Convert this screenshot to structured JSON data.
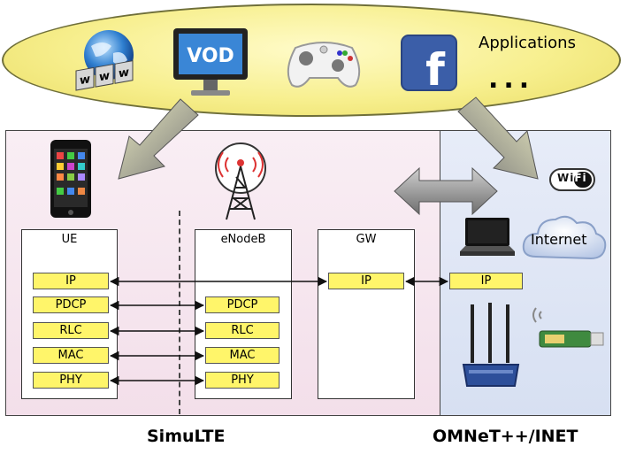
{
  "applications": {
    "label": "Applications",
    "ellipsis": "...",
    "www_icon_text": "www",
    "vod_icon_text": "VOD",
    "facebook_icon_text": "f"
  },
  "simulte": {
    "caption": "SimuLTE",
    "ue": {
      "title": "UE",
      "layers": [
        "IP",
        "PDCP",
        "RLC",
        "MAC",
        "PHY"
      ]
    },
    "enodeb": {
      "title": "eNodeB",
      "layers": [
        "PDCP",
        "RLC",
        "MAC",
        "PHY"
      ]
    },
    "gw": {
      "title": "GW",
      "layers": [
        "IP"
      ]
    }
  },
  "omnet": {
    "caption": "OMNeT++/INET",
    "ip_label": "IP",
    "internet_label": "Internet",
    "wifi_label": "WiFi"
  },
  "colors": {
    "ellipse": "#f7ef8e",
    "layer": "#fff56a",
    "simulte_panel": "#f3dfea",
    "omnet_panel": "#dde5f4"
  }
}
